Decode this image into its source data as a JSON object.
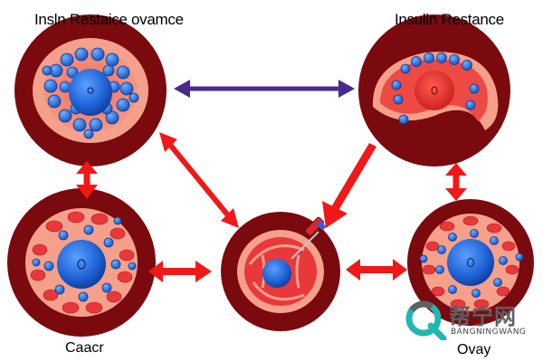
{
  "labels": {
    "title_left": "Insln Restaice ovamce",
    "title_right": "Insulin Restance",
    "bottom_left": "Caacr",
    "bottom_right": "Ovay"
  },
  "watermark": {
    "main": "帮宁网",
    "sub": "BANGNINGWANG"
  },
  "colors": {
    "cell_border": "#7a0a0e",
    "tissue_red": "#e8383b",
    "tissue_pink": "#f5a08a",
    "nucleus_blue": "#2266d8",
    "arrow_red": "#f01818",
    "arrow_purple": "#4a2a8a",
    "watermark_teal": "#1fb8b0"
  },
  "icons": [
    "cell-icon",
    "nucleus-icon",
    "syringe-icon",
    "logo-icon"
  ]
}
